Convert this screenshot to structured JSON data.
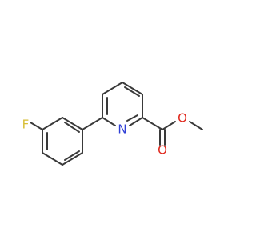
{
  "molecule": {
    "atoms": [
      {
        "id": "F",
        "label": "F",
        "color": "#d7be36"
      },
      {
        "id": "N",
        "label": "N",
        "color": "#2f3fd6"
      },
      {
        "id": "O1",
        "label": "O",
        "color": "#e0291e"
      },
      {
        "id": "O2",
        "label": "O",
        "color": "#e0291e"
      }
    ],
    "bond_color": "#3a3a3a"
  }
}
